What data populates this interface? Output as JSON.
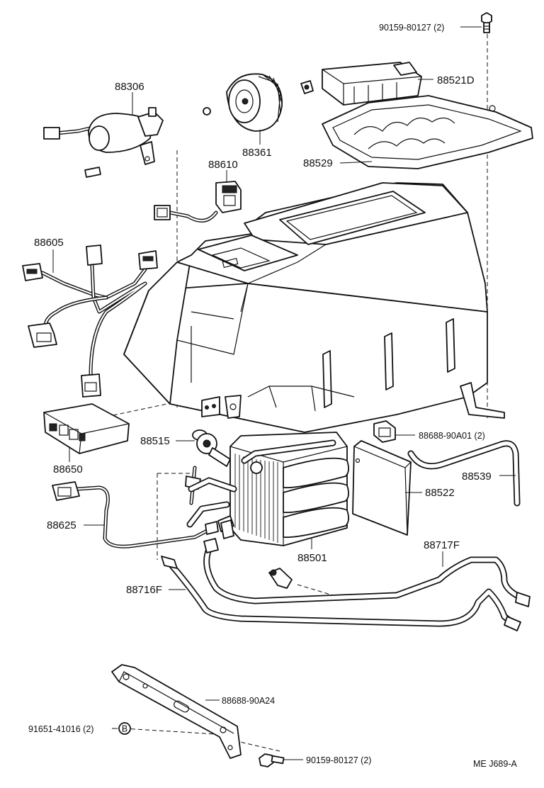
{
  "diagram": {
    "reference_code": "ME   J689-A",
    "callouts": {
      "bolt_top": "90159-80127 (2)",
      "cover": "88521D",
      "motor": "88306",
      "blower": "88361",
      "cover_seal": "88529",
      "resistor": "88610",
      "harness": "88605",
      "clamp_right": "88688-90A01 (2)",
      "amplifier": "88650",
      "valve": "88515",
      "hose": "88539",
      "plate": "88522",
      "thermistor": "88625",
      "evaporator": "88501",
      "tube_rear": "88717F",
      "tube_front": "88716F",
      "bracket": "88688-90A24",
      "bolt_b": "91651-41016 (2)",
      "bolt_bottom": "90159-80127 (2)",
      "circle_marker": "B"
    }
  }
}
